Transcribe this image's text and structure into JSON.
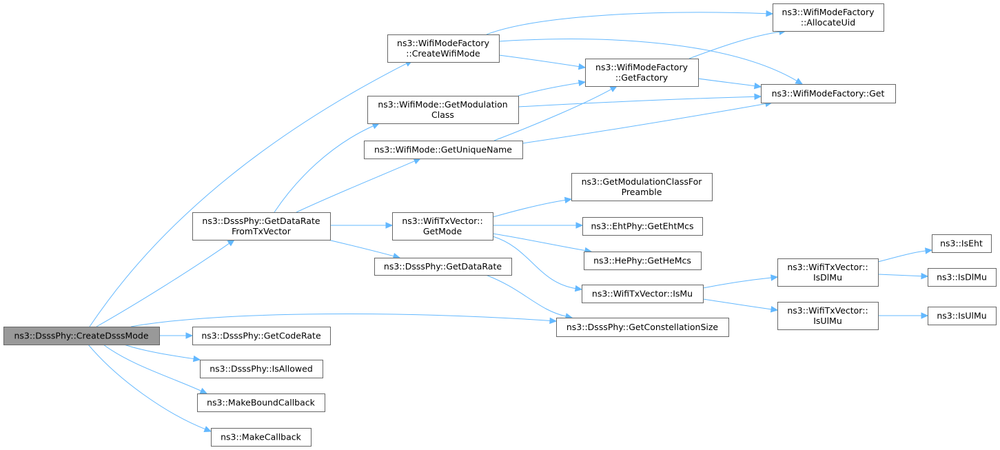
{
  "nodes": [
    {
      "id": "create_dsss_mode",
      "lines": [
        "ns3::DsssPhy::CreateDsssMode"
      ],
      "root": true
    },
    {
      "id": "create_wifi_mode",
      "lines": [
        "ns3::WifiModeFactory",
        "::CreateWifiMode"
      ]
    },
    {
      "id": "allocate_uid",
      "lines": [
        "ns3::WifiModeFactory",
        "::AllocateUid"
      ]
    },
    {
      "id": "get_factory",
      "lines": [
        "ns3::WifiModeFactory",
        "::GetFactory"
      ]
    },
    {
      "id": "factory_get",
      "lines": [
        "ns3::WifiModeFactory::Get"
      ]
    },
    {
      "id": "get_modulation_class",
      "lines": [
        "ns3::WifiMode::GetModulation",
        "Class"
      ]
    },
    {
      "id": "get_unique_name",
      "lines": [
        "ns3::WifiMode::GetUniqueName"
      ]
    },
    {
      "id": "get_data_rate_from_tx_vector",
      "lines": [
        "ns3::DsssPhy::GetDataRate",
        "FromTxVector"
      ]
    },
    {
      "id": "tx_vector_get_mode",
      "lines": [
        "ns3::WifiTxVector::",
        "GetMode"
      ]
    },
    {
      "id": "get_modulation_class_for_preamble",
      "lines": [
        "ns3::GetModulationClassFor",
        "Preamble"
      ]
    },
    {
      "id": "get_eht_mcs",
      "lines": [
        "ns3::EhtPhy::GetEhtMcs"
      ]
    },
    {
      "id": "get_he_mcs",
      "lines": [
        "ns3::HePhy::GetHeMcs"
      ]
    },
    {
      "id": "get_data_rate",
      "lines": [
        "ns3::DsssPhy::GetDataRate"
      ]
    },
    {
      "id": "tx_vector_is_mu",
      "lines": [
        "ns3::WifiTxVector::IsMu"
      ]
    },
    {
      "id": "tx_vector_is_dl_mu",
      "lines": [
        "ns3::WifiTxVector::",
        "IsDlMu"
      ]
    },
    {
      "id": "tx_vector_is_ul_mu",
      "lines": [
        "ns3::WifiTxVector::",
        "IsUlMu"
      ]
    },
    {
      "id": "is_eht",
      "lines": [
        "ns3::IsEht"
      ]
    },
    {
      "id": "is_dl_mu",
      "lines": [
        "ns3::IsDlMu"
      ]
    },
    {
      "id": "is_ul_mu",
      "lines": [
        "ns3::IsUlMu"
      ]
    },
    {
      "id": "get_constellation_size",
      "lines": [
        "ns3::DsssPhy::GetConstellationSize"
      ]
    },
    {
      "id": "get_code_rate",
      "lines": [
        "ns3::DsssPhy::GetCodeRate"
      ]
    },
    {
      "id": "is_allowed",
      "lines": [
        "ns3::DsssPhy::IsAllowed"
      ]
    },
    {
      "id": "make_bound_callback",
      "lines": [
        "ns3::MakeBoundCallback"
      ]
    },
    {
      "id": "make_callback",
      "lines": [
        "ns3::MakeCallback"
      ]
    }
  ],
  "edges": [
    [
      "create_dsss_mode",
      "create_wifi_mode"
    ],
    [
      "create_dsss_mode",
      "get_data_rate_from_tx_vector"
    ],
    [
      "create_dsss_mode",
      "get_constellation_size"
    ],
    [
      "create_dsss_mode",
      "get_code_rate"
    ],
    [
      "create_dsss_mode",
      "is_allowed"
    ],
    [
      "create_dsss_mode",
      "make_bound_callback"
    ],
    [
      "create_dsss_mode",
      "make_callback"
    ],
    [
      "create_wifi_mode",
      "allocate_uid"
    ],
    [
      "create_wifi_mode",
      "factory_get"
    ],
    [
      "create_wifi_mode",
      "get_factory"
    ],
    [
      "get_factory",
      "allocate_uid"
    ],
    [
      "get_factory",
      "factory_get"
    ],
    [
      "get_modulation_class",
      "get_factory"
    ],
    [
      "get_modulation_class",
      "factory_get"
    ],
    [
      "get_unique_name",
      "get_factory"
    ],
    [
      "get_unique_name",
      "factory_get"
    ],
    [
      "get_data_rate_from_tx_vector",
      "get_modulation_class"
    ],
    [
      "get_data_rate_from_tx_vector",
      "get_unique_name"
    ],
    [
      "get_data_rate_from_tx_vector",
      "tx_vector_get_mode"
    ],
    [
      "get_data_rate_from_tx_vector",
      "get_data_rate"
    ],
    [
      "tx_vector_get_mode",
      "get_modulation_class_for_preamble"
    ],
    [
      "tx_vector_get_mode",
      "get_eht_mcs"
    ],
    [
      "tx_vector_get_mode",
      "get_he_mcs"
    ],
    [
      "tx_vector_get_mode",
      "tx_vector_is_mu"
    ],
    [
      "get_data_rate",
      "get_constellation_size"
    ],
    [
      "tx_vector_is_mu",
      "tx_vector_is_dl_mu"
    ],
    [
      "tx_vector_is_mu",
      "tx_vector_is_ul_mu"
    ],
    [
      "tx_vector_is_dl_mu",
      "is_eht"
    ],
    [
      "tx_vector_is_dl_mu",
      "is_dl_mu"
    ],
    [
      "tx_vector_is_ul_mu",
      "is_ul_mu"
    ]
  ],
  "colors": {
    "edge": "#63b8ff",
    "node_border": "#666666",
    "node_fill": "#ffffff",
    "root_fill": "#999999"
  }
}
